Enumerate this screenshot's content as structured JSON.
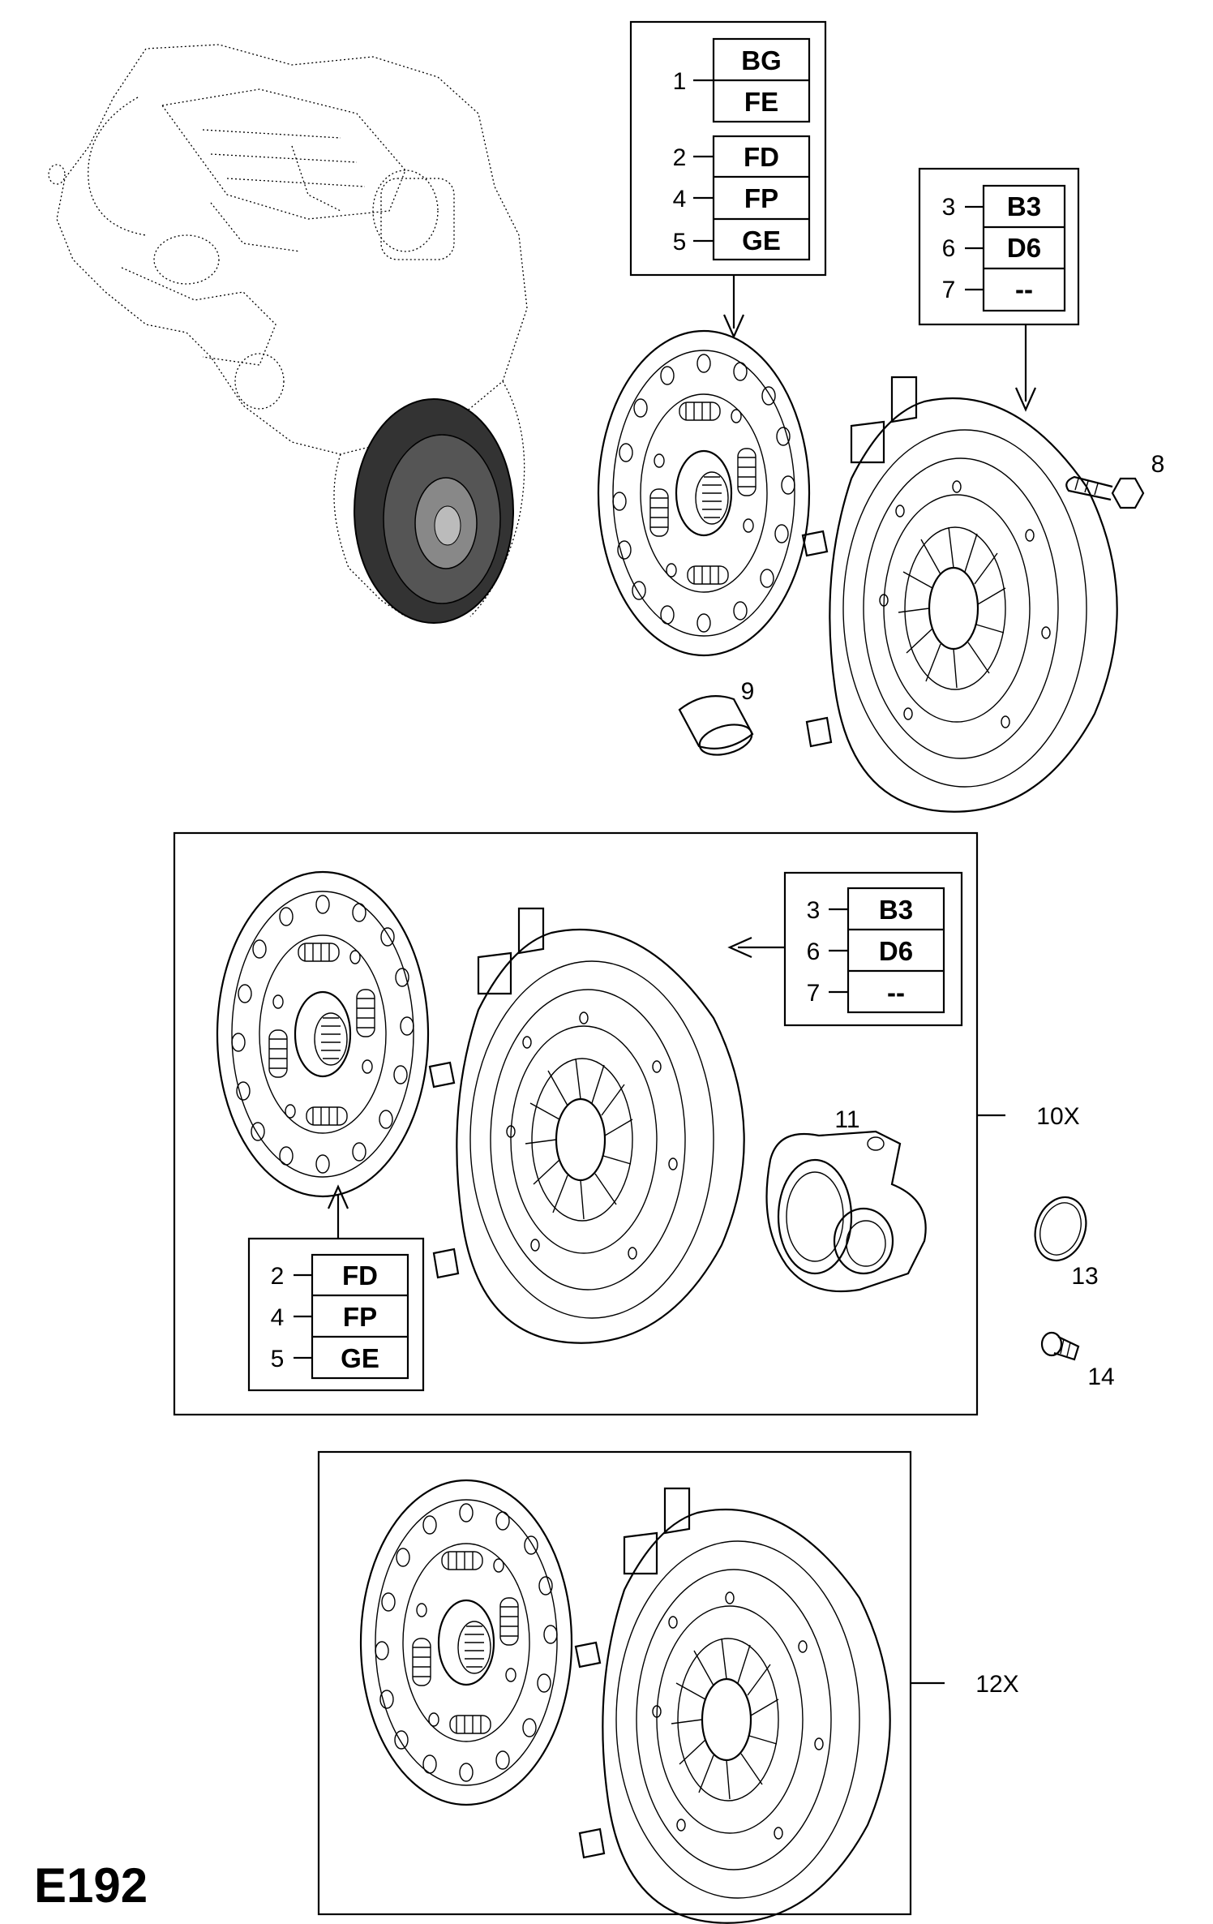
{
  "diagram_code": "E192",
  "box_group_a": {
    "rows": [
      {
        "num": "1",
        "code": "BG"
      },
      {
        "num": "",
        "code": "FE"
      },
      {
        "num": "2",
        "code": "FD"
      },
      {
        "num": "4",
        "code": "FP"
      },
      {
        "num": "5",
        "code": "GE"
      }
    ]
  },
  "box_group_b": {
    "rows": [
      {
        "num": "3",
        "code": "B3"
      },
      {
        "num": "6",
        "code": "D6"
      },
      {
        "num": "7",
        "code": "--"
      }
    ]
  },
  "box_group_c": {
    "rows": [
      {
        "num": "3",
        "code": "B3"
      },
      {
        "num": "6",
        "code": "D6"
      },
      {
        "num": "7",
        "code": "--"
      }
    ]
  },
  "box_group_d": {
    "rows": [
      {
        "num": "2",
        "code": "FD"
      },
      {
        "num": "4",
        "code": "FP"
      },
      {
        "num": "5",
        "code": "GE"
      }
    ]
  },
  "part_labels": {
    "p8": "8",
    "p9": "9",
    "p11": "11",
    "p13": "13",
    "p14": "14",
    "kit10": "10X",
    "kit12": "12X"
  }
}
